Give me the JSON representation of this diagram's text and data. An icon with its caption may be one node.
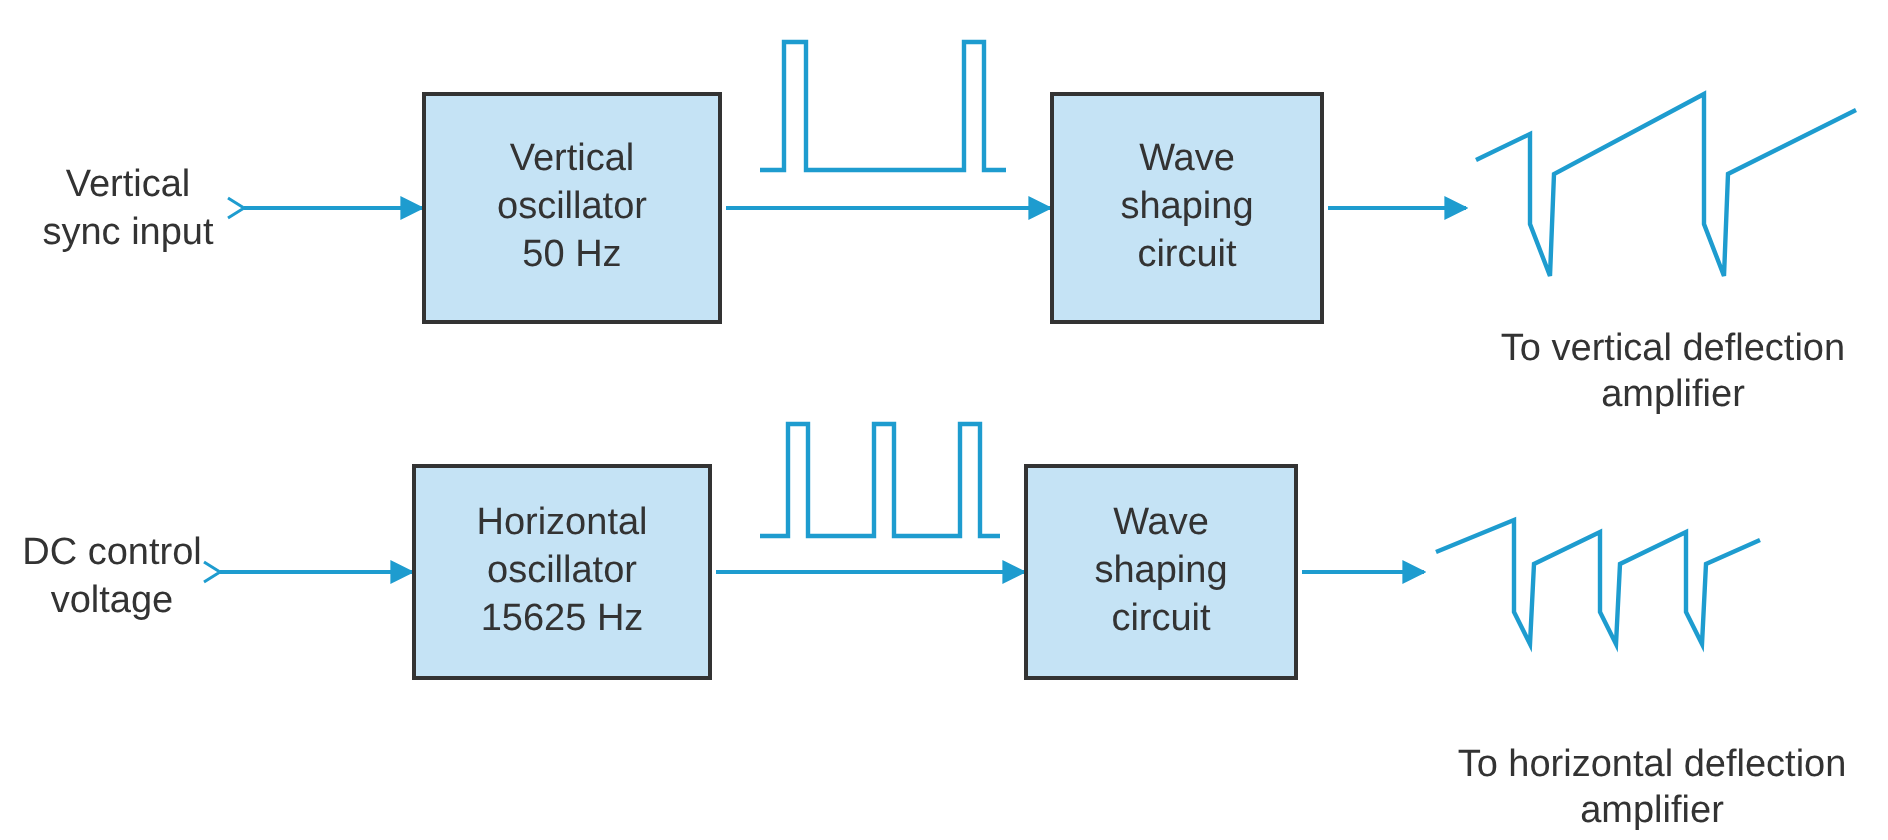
{
  "diagram": {
    "nodes": [
      {
        "text": [
          "Vertical sync input"
        ]
      },
      {
        "text": [
          "Vertical oscillator 50 Hz"
        ]
      },
      {
        "text": [
          "Wave shaping circuit"
        ]
      },
      {
        "text": [
          "To vertical deflection amplifier"
        ]
      },
      {
        "text": [
          "DC control voltage"
        ]
      },
      {
        "text": [
          "Horizontal oscillator 15625 Hz"
        ]
      },
      {
        "text": [
          "Wave shaping circuit"
        ]
      },
      {
        "text": [
          "To horizontal deflection amplifier"
        ]
      }
    ],
    "edges": [
      {
        "from": 0,
        "to": 1,
        "arrow": "to"
      },
      {
        "from": 1,
        "to": 2,
        "arrow": "to"
      },
      {
        "from": 2,
        "to": 3,
        "arrow": "to"
      },
      {
        "from": 4,
        "to": 5,
        "arrow": "to"
      },
      {
        "from": 5,
        "to": 6,
        "arrow": "to"
      },
      {
        "from": 6,
        "to": 7,
        "arrow": "to"
      }
    ]
  }
}
